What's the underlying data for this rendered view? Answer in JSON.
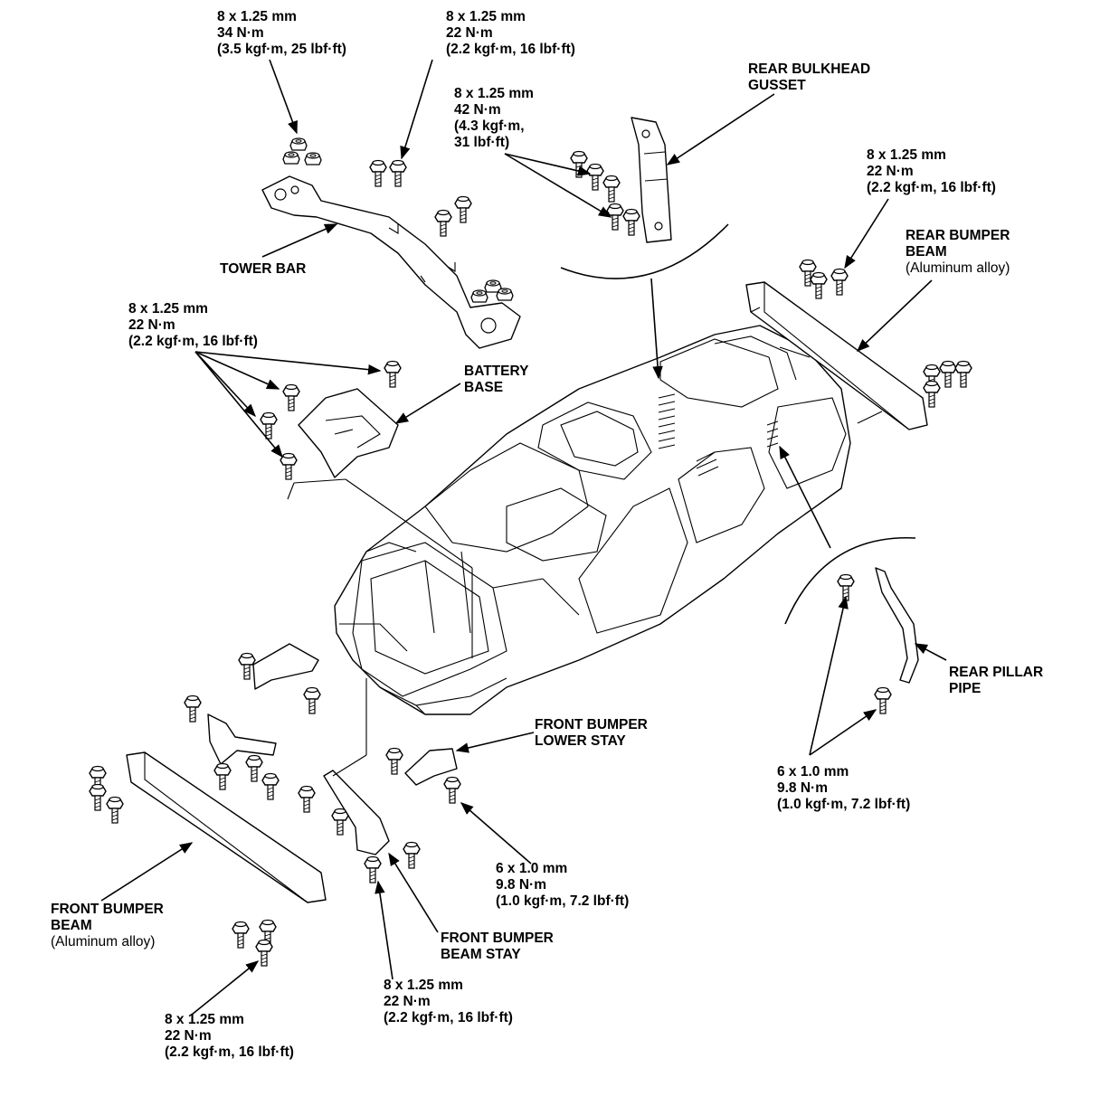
{
  "labels": {
    "tower_bolt_34": [
      "8 x 1.25 mm",
      "34 N·m",
      "(3.5 kgf·m, 25 lbf·ft)"
    ],
    "tower_bolt_22": [
      "8 x 1.25 mm",
      "22 N·m",
      "(2.2 kgf·m, 16 lbf·ft)"
    ],
    "gusset_bolt_42": [
      "8 x 1.25 mm",
      "42 N·m",
      "(4.3 kgf·m,",
      "31 lbf·ft)"
    ],
    "rear_bulkhead_gusset": [
      "REAR BULKHEAD",
      "GUSSET"
    ],
    "rear_bumper_bolt_22": [
      "8 x 1.25 mm",
      "22 N·m",
      "(2.2 kgf·m, 16 lbf·ft)"
    ],
    "rear_bumper_beam": [
      "REAR BUMPER",
      "BEAM",
      "(Aluminum alloy)"
    ],
    "tower_bar": [
      "TOWER BAR"
    ],
    "battery_bolt_22": [
      "8 x 1.25 mm",
      "22 N·m",
      "(2.2 kgf·m, 16 lbf·ft)"
    ],
    "battery_base": [
      "BATTERY",
      "BASE"
    ],
    "rear_pillar_pipe": [
      "REAR PILLAR",
      "PIPE"
    ],
    "pillar_bolt_98": [
      "6 x 1.0 mm",
      "9.8 N·m",
      "(1.0 kgf·m, 7.2 lbf·ft)"
    ],
    "front_bumper_lower_stay": [
      "FRONT BUMPER",
      "LOWER STAY"
    ],
    "lower_stay_bolt_98": [
      "6 x 1.0 mm",
      "9.8 N·m",
      "(1.0 kgf·m, 7.2 lbf·ft)"
    ],
    "front_bumper_beam": [
      "FRONT BUMPER",
      "BEAM",
      "(Aluminum alloy)"
    ],
    "front_bumper_beam_stay": [
      "FRONT BUMPER",
      "BEAM STAY"
    ],
    "beam_stay_bolt_22": [
      "8 x 1.25 mm",
      "22 N·m",
      "(2.2 kgf·m, 16 lbf·ft)"
    ],
    "front_beam_bolt_22": [
      "8 x 1.25 mm",
      "22 N·m",
      "(2.2 kgf·m, 16 lbf·ft)"
    ]
  }
}
